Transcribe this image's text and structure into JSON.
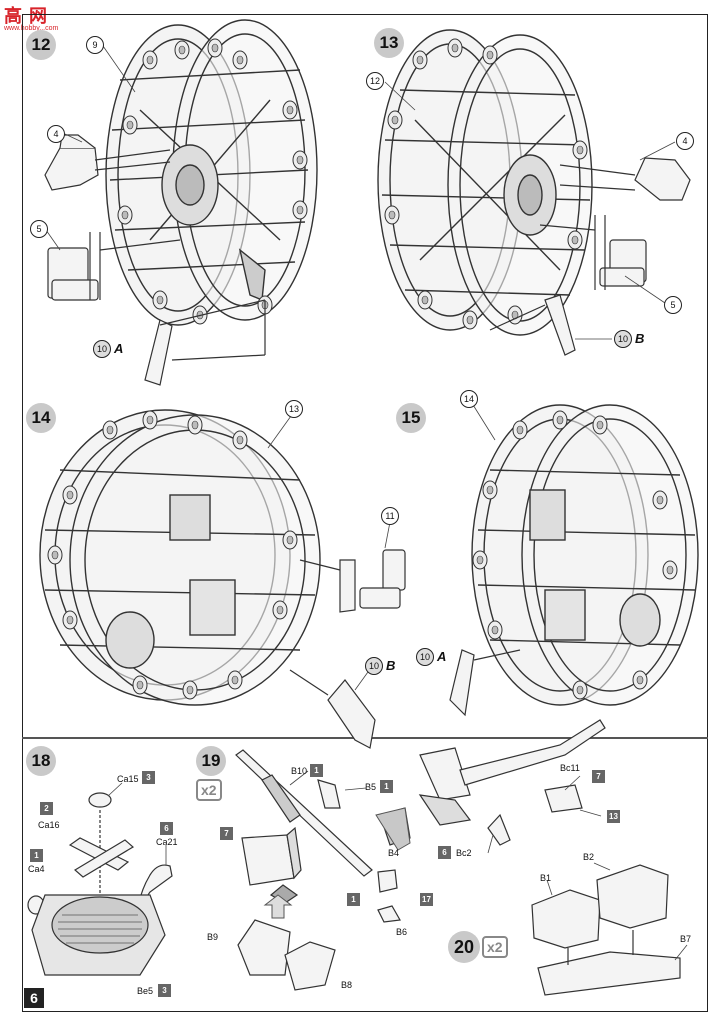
{
  "watermark": {
    "chars": "高 网",
    "url": "www.hobby...com"
  },
  "page_number": "6",
  "steps": {
    "s12": {
      "num": "12",
      "labels": {
        "p9": "9",
        "p4": "4",
        "p5": "5",
        "p10": "10",
        "sprue": "A"
      }
    },
    "s13": {
      "num": "13",
      "labels": {
        "p12": "12",
        "p4": "4",
        "p5": "5",
        "p10": "10",
        "sprue": "B"
      }
    },
    "s14": {
      "num": "14",
      "labels": {
        "p13": "13",
        "p11": "11",
        "p10": "10",
        "sprue": "B"
      }
    },
    "s15": {
      "num": "15",
      "labels": {
        "p14": "14",
        "p10": "10",
        "sprue": "A"
      }
    },
    "s18": {
      "num": "18",
      "parts": {
        "ca15": "Ca15",
        "ca15_sq": "3",
        "ca16": "Ca16",
        "ca16_sq": "2",
        "ca21": "Ca21",
        "ca21_sq": "6",
        "ca4": "Ca4",
        "ca4_sq": "1",
        "be5": "Be5",
        "be5_sq": "3"
      }
    },
    "s19": {
      "num": "19",
      "mult": "x2",
      "parts": {
        "b10": "B10",
        "b10_sq": "1",
        "b5": "B5",
        "b5_sq": "1",
        "box_sq": "7",
        "b4": "B4",
        "b4_sq1": "1",
        "b4_sq17": "17",
        "b6": "B6",
        "b9": "B9",
        "b8": "B8",
        "bc11": "Bc11",
        "bc11_sq": "7",
        "bc11_sq13": "13",
        "bc2": "Bc2",
        "bc2_sq": "6"
      }
    },
    "s20": {
      "num": "20",
      "mult": "x2",
      "parts": {
        "b1": "B1",
        "b2": "B2",
        "b7": "B7"
      }
    }
  }
}
